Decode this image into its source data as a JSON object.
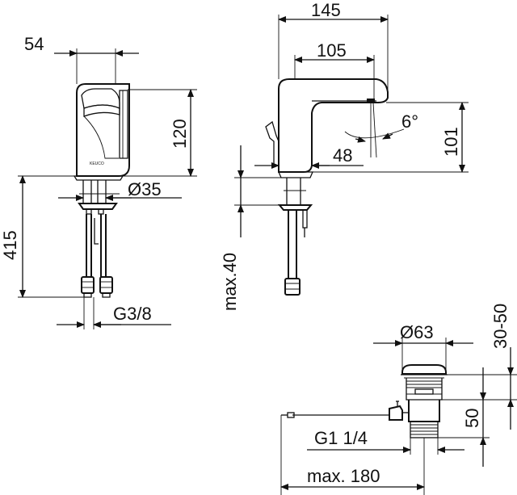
{
  "brand": "KEUCO",
  "front_view": {
    "width_54": "54",
    "height_120": "120",
    "height_415": "415",
    "diameter_35": "Ø35",
    "thread_g38": "G3/8"
  },
  "side_view": {
    "length_145": "145",
    "reach_105": "105",
    "angle_6": "6°",
    "depth_48": "48",
    "height_101": "101",
    "max_40": "max.40"
  },
  "waste_view": {
    "diameter_63": "Ø63",
    "range_30_50": "30-50",
    "height_50": "50",
    "thread_g114": "G1 1/4",
    "max_180": "max. 180"
  }
}
